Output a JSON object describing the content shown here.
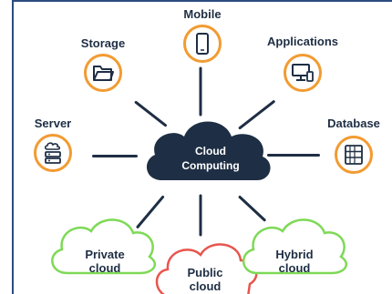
{
  "center": {
    "line1": "Cloud",
    "line2": "Computing"
  },
  "nodes": {
    "mobile": {
      "label": "Mobile",
      "icon": "smartphone-icon"
    },
    "storage": {
      "label": "Storage",
      "icon": "folder-icon"
    },
    "applications": {
      "label": "Applications",
      "icon": "desktop-apps-icon"
    },
    "server": {
      "label": "Server",
      "icon": "server-cloud-icon"
    },
    "database": {
      "label": "Database",
      "icon": "database-rack-icon"
    }
  },
  "clouds": {
    "private": {
      "line1": "Private",
      "line2": "cloud"
    },
    "public": {
      "line1": "Public",
      "line2": "cloud"
    },
    "hybrid": {
      "line1": "Hybrid",
      "line2": "cloud"
    }
  },
  "colors": {
    "navy": "#1e2e44",
    "orange": "#f29b32",
    "green": "#7ed957",
    "red": "#e8554e"
  }
}
